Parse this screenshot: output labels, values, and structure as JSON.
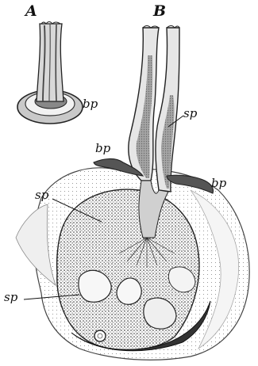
{
  "figure": {
    "panel_labels": {
      "a": "A",
      "b": "B"
    },
    "annotations": {
      "bp_a": "bp",
      "sp_top": "sp",
      "bp_left": "bp",
      "bp_right": "bp",
      "sp_mid": "sp",
      "sp_bottom": "sp"
    }
  }
}
